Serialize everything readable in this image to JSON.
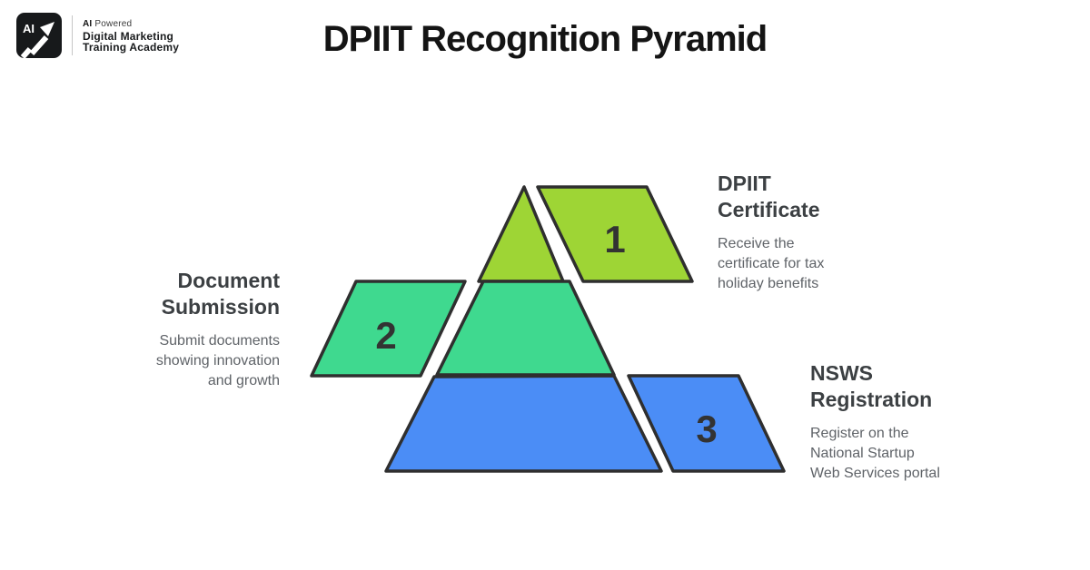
{
  "brand": {
    "icon_label": "AI",
    "line1_strong": "AI",
    "line1_light": "Powered",
    "line2": "Digital Marketing",
    "line3": "Training Academy"
  },
  "title": "DPIIT Recognition Pyramid",
  "colors": {
    "tier1_fill": "#9ED535",
    "tier2_fill": "#3FD98F",
    "tier3_fill": "#4B8DF6",
    "shape_outline": "#2F2F2F",
    "number_text": "#333333",
    "heading_text": "#3C4043",
    "body_text": "#5F6368"
  },
  "pyramid": {
    "steps": [
      {
        "number": "1",
        "title": "DPIIT\nCertificate",
        "description": "Receive the\ncertificate for tax\nholiday benefits"
      },
      {
        "number": "2",
        "title": "Document\nSubmission",
        "description": "Submit documents\nshowing innovation\nand growth"
      },
      {
        "number": "3",
        "title": "NSWS\nRegistration",
        "description": "Register on the\nNational Startup\nWeb Services portal"
      }
    ]
  }
}
